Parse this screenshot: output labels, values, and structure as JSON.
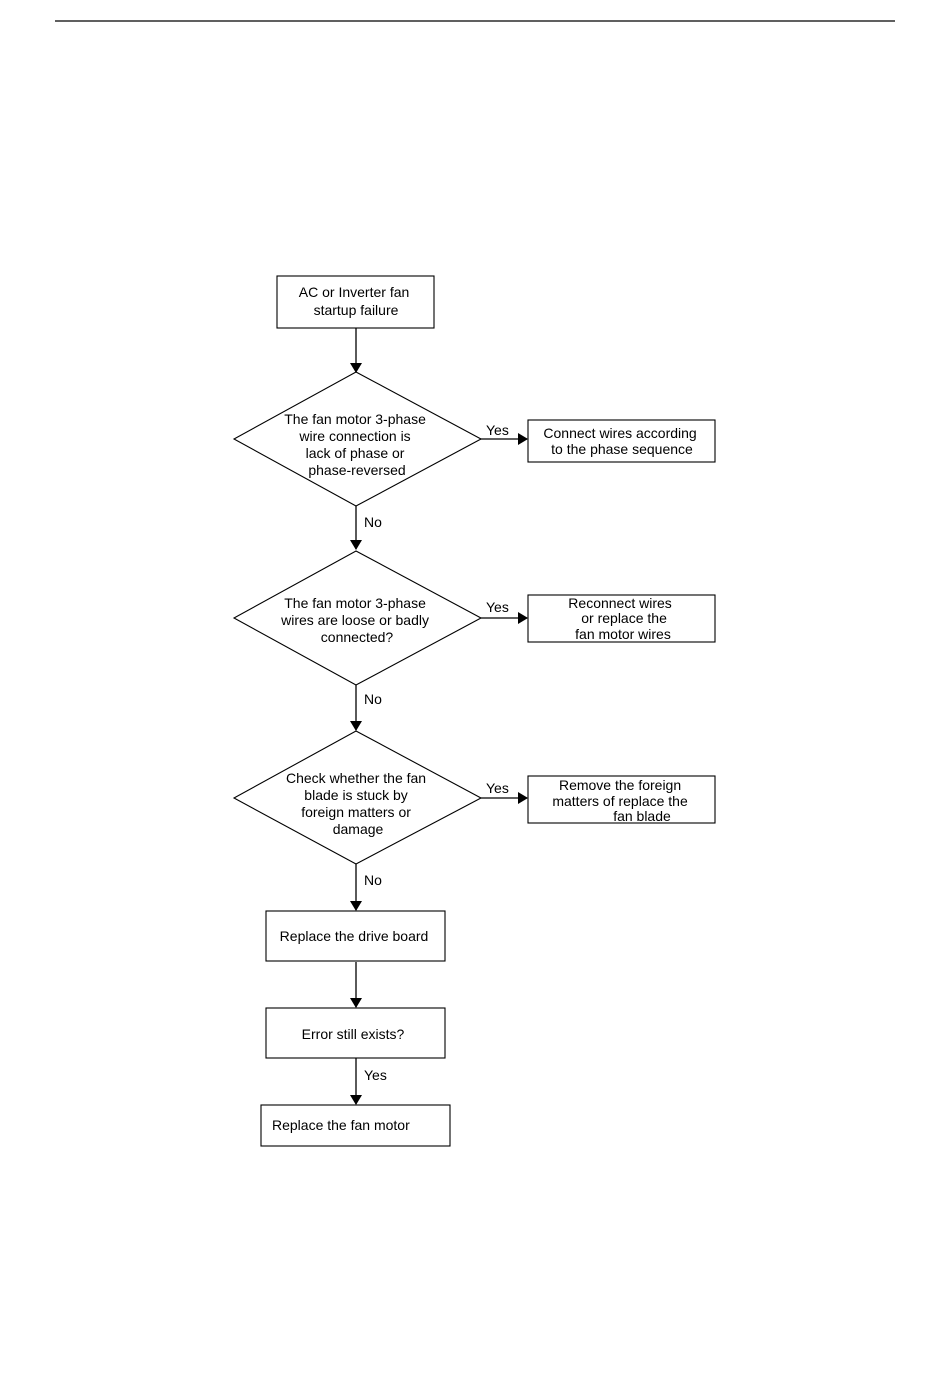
{
  "flowchart": {
    "start": [
      "AC or Inverter fan",
      "startup failure"
    ],
    "decision1": [
      "The fan motor 3-phase",
      "wire connection is",
      "lack of phase or",
      "phase-reversed"
    ],
    "action1": [
      "Connect wires according",
      "to the phase sequence"
    ],
    "decision2": [
      "The fan motor 3-phase",
      "wires are loose or badly",
      "connected?"
    ],
    "action2": [
      "Reconnect wires",
      "or replace the",
      "fan motor wires"
    ],
    "decision3": [
      "Check whether the fan",
      "blade is stuck by",
      "foreign matters or",
      "damage"
    ],
    "action3": [
      "Remove the foreign",
      "matters of replace the",
      "fan blade"
    ],
    "step_drive_board": "Replace the drive board",
    "step_error": "Error still exists?",
    "step_fan_motor": "Replace the fan motor",
    "labels": {
      "yes": "Yes",
      "no": "No"
    }
  }
}
